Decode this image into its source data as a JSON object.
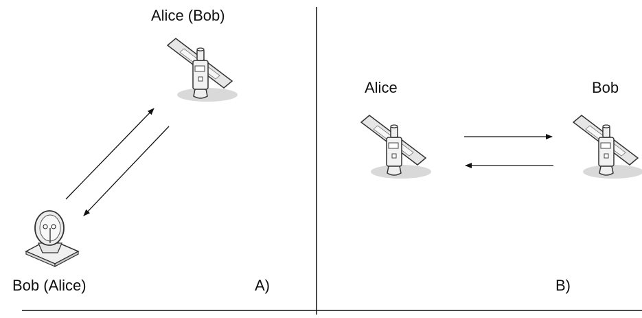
{
  "panel_a": {
    "satellite_label": "Alice (Bob)",
    "ground_label": "Bob (Alice)",
    "panel_tag": "A)"
  },
  "panel_b": {
    "left_label": "Alice",
    "right_label": "Bob",
    "panel_tag": "B)"
  },
  "icons": [
    "satellite-icon",
    "ground-station-dish-icon",
    "arrow-icon"
  ],
  "colors": {
    "line": "#111111",
    "icon_fill": "#ececec",
    "icon_stroke": "#333333",
    "shadow": "#d9d9d9"
  }
}
